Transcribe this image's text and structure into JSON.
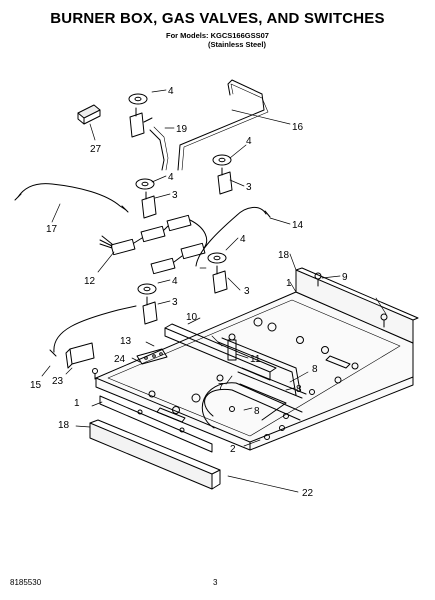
{
  "header": {
    "title": "BURNER BOX, GAS VALVES, AND SWITCHES",
    "models_line": "For Models: KGCS166GSS07",
    "models_sub": "(Stainless Steel)"
  },
  "callouts": [
    "4",
    "16",
    "19",
    "27",
    "4",
    "3",
    "4",
    "3",
    "17",
    "14",
    "4",
    "18",
    "1",
    "9",
    "4",
    "12",
    "3",
    "3",
    "13",
    "10",
    "11",
    "24",
    "15",
    "23",
    "7",
    "8",
    "1",
    "8",
    "8",
    "18",
    "2",
    "22"
  ],
  "footer": {
    "doc_number": "8185530",
    "page": "3"
  },
  "colors": {
    "line": "#000000",
    "background": "#ffffff"
  }
}
